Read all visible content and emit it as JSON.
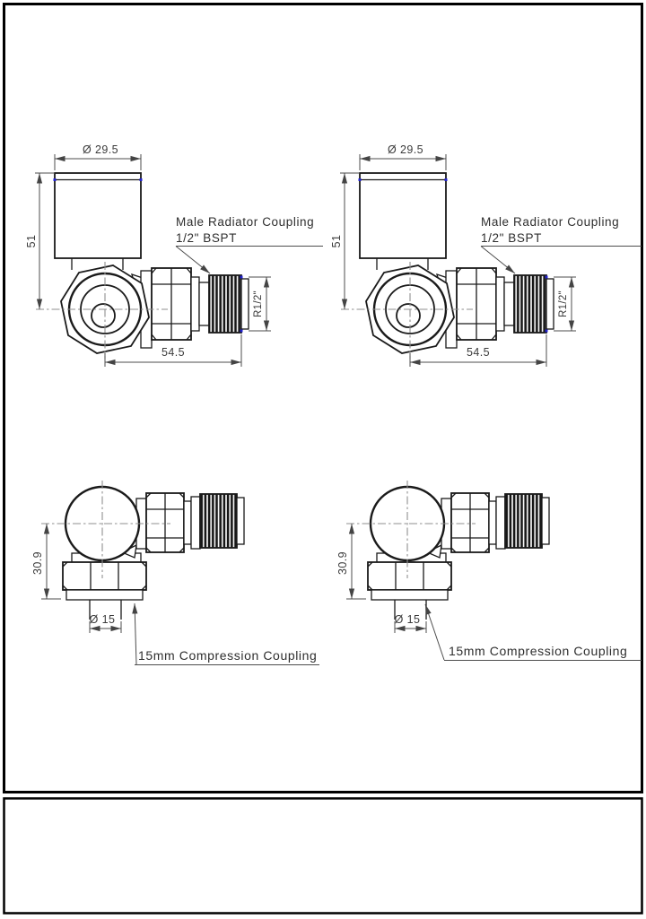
{
  "drawing": {
    "title_block": {
      "content": ""
    },
    "top_valve": {
      "diameter_label": "Ø 29.5",
      "height_label": "51",
      "length_label": "54.5",
      "thread_radius_label": "R1/2\"",
      "coupling_label_line1": "Male Radiator Coupling",
      "coupling_label_line2": "1/2\" BSPT"
    },
    "bottom_valve": {
      "height_label": "30.9",
      "diameter_label": "Ø 15",
      "coupling_label": "15mm Compression Coupling"
    },
    "colors": {
      "outline": "#1a1a1a",
      "dimension": "#4d4d4d",
      "centerline_gray": "#8f8f8f",
      "centerline_blue": "#5b5bef",
      "vertex_dot": "#2323cf",
      "border": "#000000",
      "background": "#ffffff"
    }
  }
}
